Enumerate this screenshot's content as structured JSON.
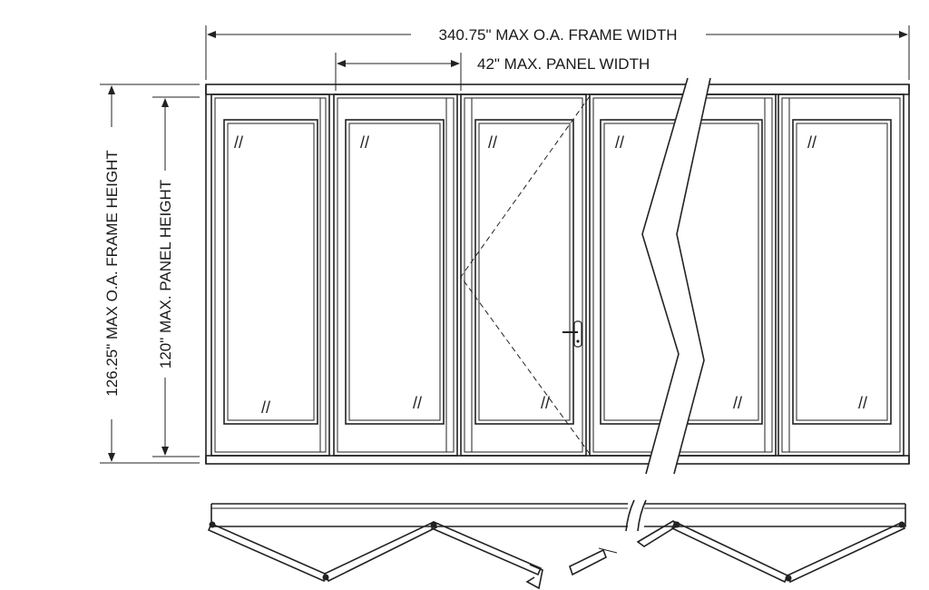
{
  "drawing": {
    "dimensions": {
      "frame_width": "340.75\" MAX O.A. FRAME WIDTH",
      "panel_width": "42\" MAX. PANEL WIDTH",
      "frame_height": "126.25\" MAX O.A. FRAME HEIGHT",
      "panel_height": "120\" MAX. PANEL HEIGHT"
    },
    "glass_mark": "//",
    "colors": {
      "line": "#222222",
      "background": "#ffffff"
    }
  }
}
